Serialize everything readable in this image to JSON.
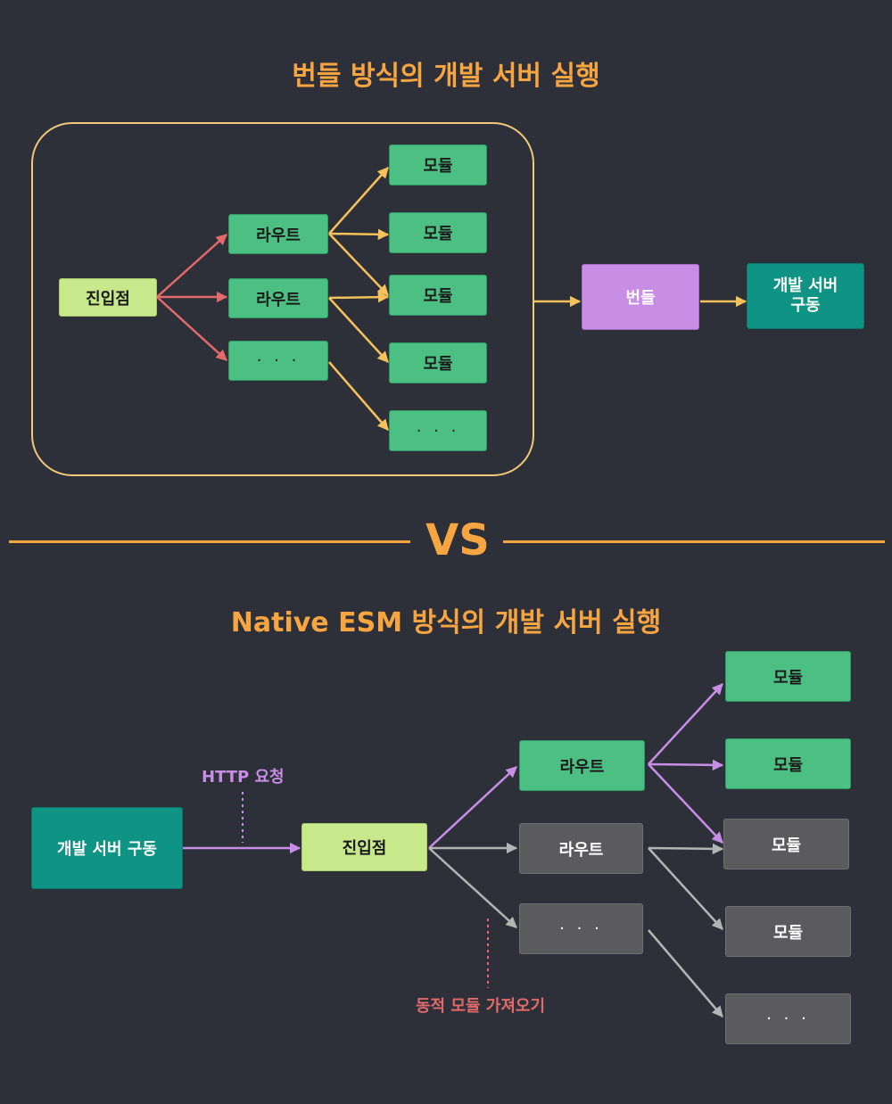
{
  "top": {
    "title": "번들 방식의 개발 서버 실행",
    "entry": "진입점",
    "routes": [
      "라우트",
      "라우트",
      "· · ·"
    ],
    "modules": [
      "모듈",
      "모듈",
      "모듈",
      "모듈",
      "· · ·"
    ],
    "bundle": "번들",
    "dev_server": "개발 서버\n구동"
  },
  "divider": {
    "label": "VS"
  },
  "bottom": {
    "title": "Native ESM 방식의 개발 서버 실행",
    "dev_server": "개발 서버 구동",
    "http_label": "HTTP 요청",
    "entry": "진입점",
    "routes": [
      "라우트",
      "라우트",
      "· · ·"
    ],
    "modules": [
      "모듈",
      "모듈",
      "모듈",
      "모듈",
      "· · ·"
    ],
    "dynamic_import_label": "동적 모듈 가져오기"
  },
  "colors": {
    "background": "#2e3039",
    "accent_orange": "#f7a540",
    "module_green": "#4cbf83",
    "entry_lime": "#c8e88c",
    "server_teal": "#0e9384",
    "bundle_purple": "#c88ee6",
    "inactive_gray": "#5b5b5e",
    "arrow_red": "#e36a6a",
    "arrow_yellow": "#f5c15a",
    "arrow_purple": "#c88ee6",
    "arrow_gray": "#b4b4b4"
  }
}
